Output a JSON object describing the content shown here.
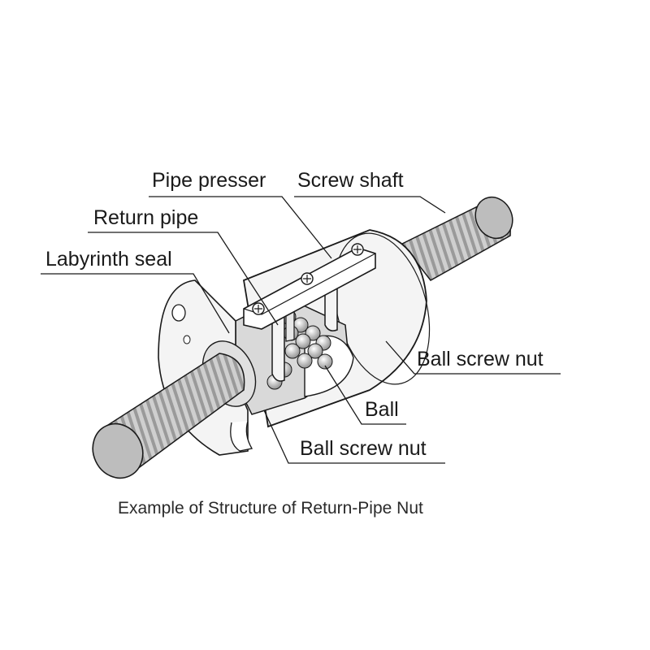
{
  "labels": {
    "pipe_presser": "Pipe presser",
    "screw_shaft": "Screw shaft",
    "return_pipe": "Return pipe",
    "labyrinth_seal": "Labyrinth seal",
    "ball_screw_nut_top": "Ball screw nut",
    "ball": "Ball",
    "ball_screw_nut_bottom": "Ball screw nut"
  },
  "caption": "Example of Structure of Return-Pipe Nut",
  "colors": {
    "line": "#1a1a1a",
    "fill_light": "#f4f4f4",
    "fill_mid": "#d9d9d9",
    "fill_dark": "#a8a8a8"
  }
}
